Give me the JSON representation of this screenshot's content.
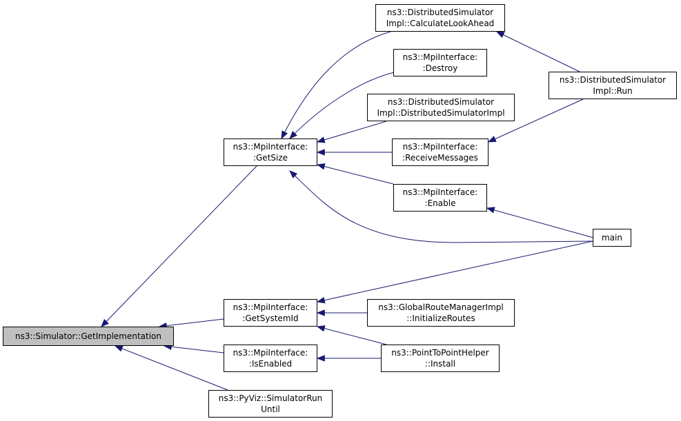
{
  "colors": {
    "edge": "#191970",
    "root_fill": "#bfbfbf",
    "node_fill": "#ffffff",
    "border": "#000000"
  },
  "nodes": {
    "simulator_getimpl": {
      "lines": [
        "ns3::Simulator::GetImplementation"
      ]
    },
    "mpi_getsize": {
      "lines": [
        "ns3::MpiInterface:",
        ":GetSize"
      ]
    },
    "mpi_getsystemid": {
      "lines": [
        "ns3::MpiInterface:",
        ":GetSystemId"
      ]
    },
    "mpi_isenabled": {
      "lines": [
        "ns3::MpiInterface:",
        ":IsEnabled"
      ]
    },
    "pyviz_simrununtil": {
      "lines": [
        "ns3::PyViz::SimulatorRun",
        "Until"
      ]
    },
    "dsi_calclookahead": {
      "lines": [
        "ns3::DistributedSimulator",
        "Impl::CalculateLookAhead"
      ]
    },
    "mpi_destroy": {
      "lines": [
        "ns3::MpiInterface:",
        ":Destroy"
      ]
    },
    "dsi_ctor": {
      "lines": [
        "ns3::DistributedSimulator",
        "Impl::DistributedSimulatorImpl"
      ]
    },
    "mpi_receivemessages": {
      "lines": [
        "ns3::MpiInterface:",
        ":ReceiveMessages"
      ]
    },
    "mpi_enable": {
      "lines": [
        "ns3::MpiInterface:",
        ":Enable"
      ]
    },
    "dsi_run": {
      "lines": [
        "ns3::DistributedSimulator",
        "Impl::Run"
      ]
    },
    "main": {
      "lines": [
        "main"
      ]
    },
    "grm_initroutes": {
      "lines": [
        "ns3::GlobalRouteManagerImpl",
        "::InitializeRoutes"
      ]
    },
    "p2p_install": {
      "lines": [
        "ns3::PointToPointHelper",
        "::Install"
      ]
    }
  },
  "edges": [
    {
      "from": "simulator_getimpl",
      "to": "mpi_getsize"
    },
    {
      "from": "simulator_getimpl",
      "to": "mpi_getsystemid"
    },
    {
      "from": "simulator_getimpl",
      "to": "mpi_isenabled"
    },
    {
      "from": "simulator_getimpl",
      "to": "pyviz_simrununtil"
    },
    {
      "from": "mpi_getsize",
      "to": "dsi_calclookahead"
    },
    {
      "from": "mpi_getsize",
      "to": "mpi_destroy"
    },
    {
      "from": "mpi_getsize",
      "to": "dsi_ctor"
    },
    {
      "from": "mpi_getsize",
      "to": "mpi_receivemessages"
    },
    {
      "from": "mpi_getsize",
      "to": "mpi_enable"
    },
    {
      "from": "mpi_getsize",
      "to": "main"
    },
    {
      "from": "dsi_calclookahead",
      "to": "dsi_run"
    },
    {
      "from": "mpi_receivemessages",
      "to": "dsi_run"
    },
    {
      "from": "mpi_enable",
      "to": "main"
    },
    {
      "from": "mpi_getsystemid",
      "to": "main"
    },
    {
      "from": "mpi_getsystemid",
      "to": "grm_initroutes"
    },
    {
      "from": "mpi_getsystemid",
      "to": "p2p_install"
    },
    {
      "from": "mpi_isenabled",
      "to": "p2p_install"
    }
  ]
}
